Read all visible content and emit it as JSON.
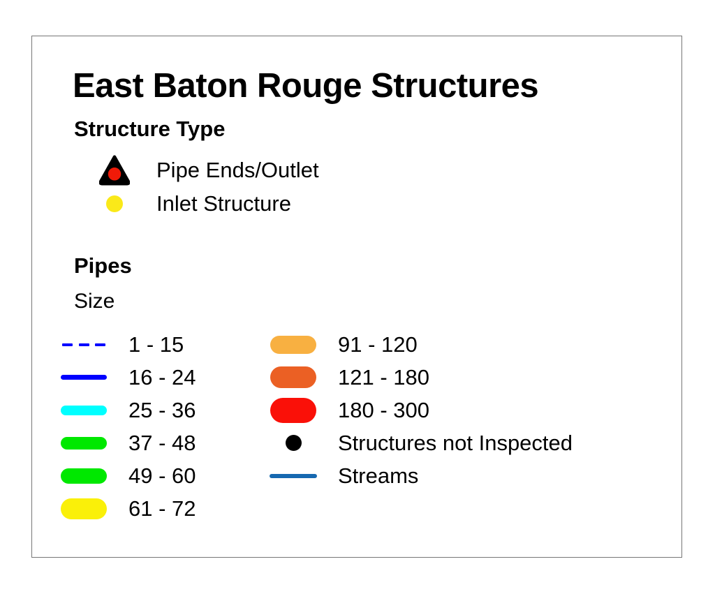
{
  "legend": {
    "title": "East Baton Rouge Structures",
    "structure_type": {
      "heading": "Structure Type",
      "items": [
        {
          "label": "Pipe Ends/Outlet",
          "symbol": "triangle-with-dot-icon",
          "shape": "triangle",
          "fill": "#000000",
          "inner_fill": "#F01A08",
          "size": 44
        },
        {
          "label": "Inlet Structure",
          "symbol": "circle-icon",
          "shape": "circle",
          "fill": "#FAE919",
          "size": 24
        }
      ]
    },
    "pipes": {
      "heading": "Pipes",
      "subheading": "Size",
      "left_column": [
        {
          "label": "1 - 15",
          "symbol": "dashed-line-swatch",
          "style": "dashed",
          "color": "#0000FF",
          "weight": 4,
          "length": 62
        },
        {
          "label": "16 - 24",
          "symbol": "line-swatch",
          "style": "solid",
          "color": "#0000FF",
          "weight": 7,
          "length": 66
        },
        {
          "label": "25 - 36",
          "symbol": "line-swatch",
          "style": "solid",
          "color": "#00FFFF",
          "weight": 14,
          "length": 66
        },
        {
          "label": "37 - 48",
          "symbol": "line-swatch",
          "style": "solid",
          "color": "#00E800",
          "weight": 18,
          "length": 66
        },
        {
          "label": "49 - 60",
          "symbol": "line-swatch",
          "style": "solid",
          "color": "#00E800",
          "weight": 22,
          "length": 66
        },
        {
          "label": "61 - 72",
          "symbol": "line-swatch",
          "style": "solid",
          "color": "#FAF009",
          "weight": 30,
          "length": 66
        }
      ],
      "right_column": [
        {
          "label": "91 - 120",
          "symbol": "line-swatch",
          "style": "solid",
          "color": "#F8B041",
          "weight": 26,
          "length": 66
        },
        {
          "label": "121 - 180",
          "symbol": "line-swatch",
          "style": "solid",
          "color": "#EB6024",
          "weight": 31,
          "length": 66
        },
        {
          "label": "180 - 300",
          "symbol": "line-swatch",
          "style": "solid",
          "color": "#FA1008",
          "weight": 36,
          "length": 66
        },
        {
          "label": "Structures not Inspected",
          "symbol": "dot-icon",
          "style": "dot",
          "color": "#000000",
          "weight": 23,
          "length": 23
        },
        {
          "label": "Streams",
          "symbol": "line-swatch",
          "style": "solid",
          "color": "#1668B0",
          "weight": 6,
          "length": 68
        }
      ]
    }
  }
}
